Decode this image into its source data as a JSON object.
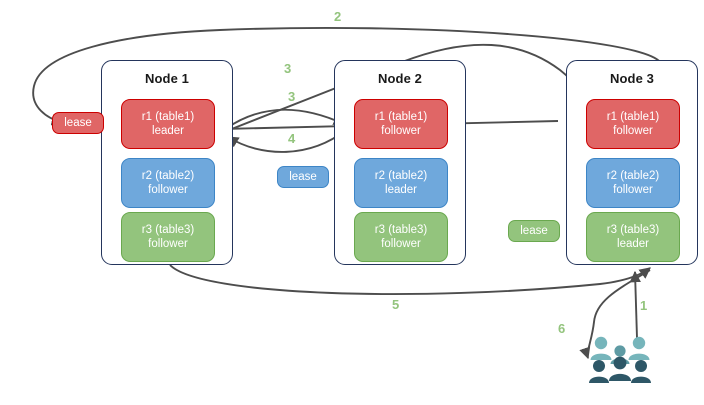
{
  "diagram": {
    "title": "Raft replication and lease diagram",
    "colors": {
      "red_fill": "#e06666",
      "red_stroke": "#cc0000",
      "blue_fill": "#6fa8dc",
      "blue_stroke": "#3d85c6",
      "green_fill": "#93c47d",
      "green_stroke": "#6aa84f",
      "node_border": "#24355c",
      "edge_stroke": "#4d4d4d",
      "label_color": "#93c47d",
      "user_light": "#76b5bb",
      "user_mid": "#5e9ba4",
      "user_dark": "#2e5767"
    },
    "nodes": [
      {
        "title": "Node 1",
        "replicas": [
          {
            "line1": "r1 (table1)",
            "line2": "leader",
            "color": "red"
          },
          {
            "line1": "r2 (table2)",
            "line2": "follower",
            "color": "blue"
          },
          {
            "line1": "r3 (table3)",
            "line2": "follower",
            "color": "green"
          }
        ]
      },
      {
        "title": "Node 2",
        "replicas": [
          {
            "line1": "r1 (table1)",
            "line2": "follower",
            "color": "red"
          },
          {
            "line1": "r2 (table2)",
            "line2": "leader",
            "color": "blue"
          },
          {
            "line1": "r3 (table3)",
            "line2": "follower",
            "color": "green"
          }
        ]
      },
      {
        "title": "Node 3",
        "replicas": [
          {
            "line1": "r1 (table1)",
            "line2": "follower",
            "color": "red"
          },
          {
            "line1": "r2 (table2)",
            "line2": "follower",
            "color": "blue"
          },
          {
            "line1": "r3 (table3)",
            "line2": "leader",
            "color": "green"
          }
        ]
      }
    ],
    "leases": [
      {
        "label": "lease",
        "color": "red"
      },
      {
        "label": "lease",
        "color": "blue"
      },
      {
        "label": "lease",
        "color": "green"
      }
    ],
    "edge_labels": [
      {
        "text": "1"
      },
      {
        "text": "2"
      },
      {
        "text": "3"
      },
      {
        "text": "3"
      },
      {
        "text": "4"
      },
      {
        "text": "5"
      },
      {
        "text": "6"
      }
    ],
    "actor": {
      "name": "users-group",
      "count": 5
    }
  }
}
